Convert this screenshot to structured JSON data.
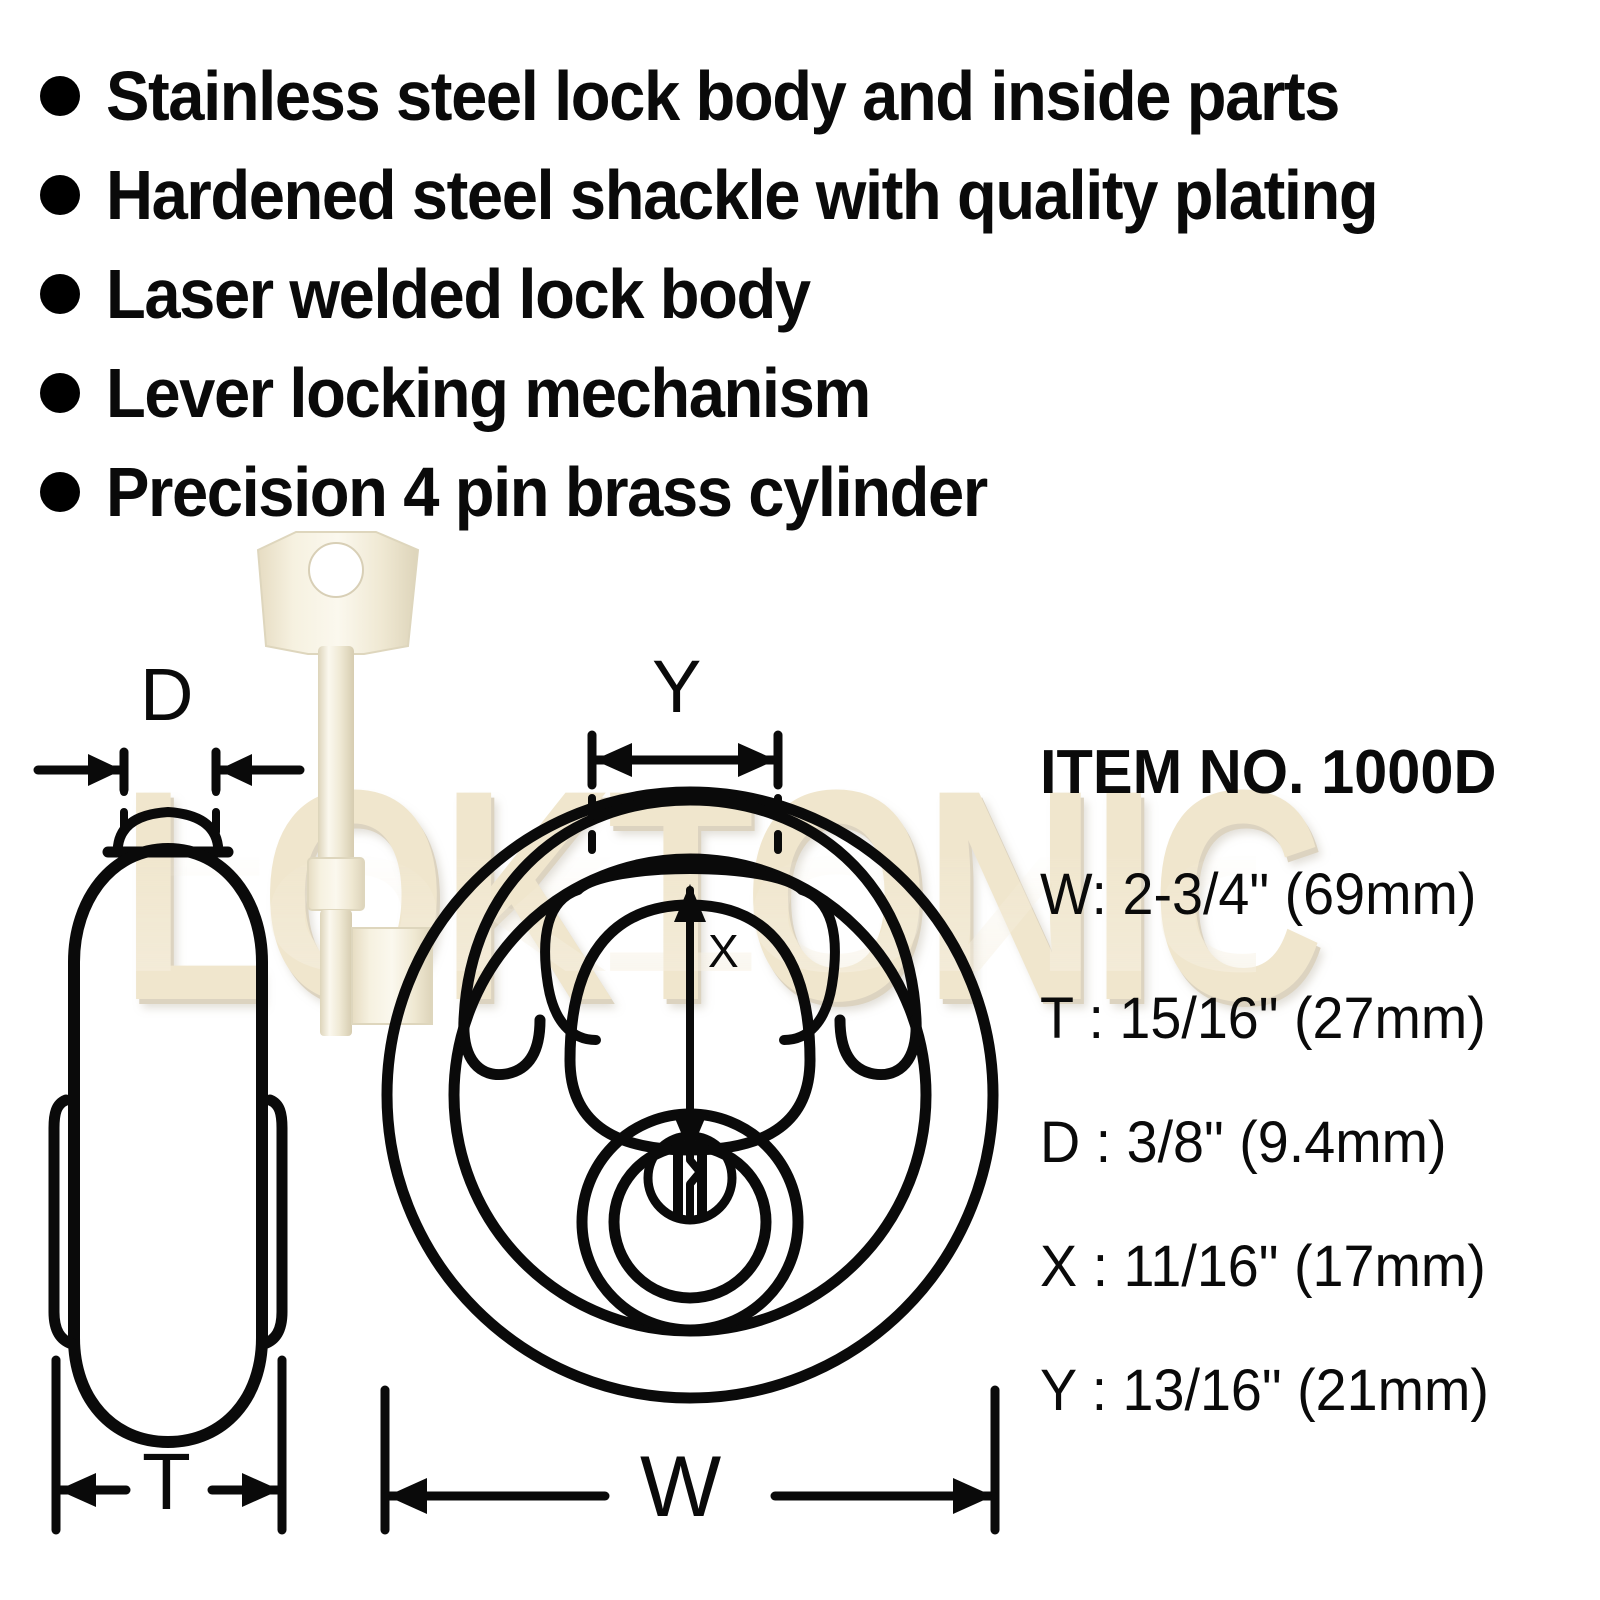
{
  "features": {
    "bullets": [
      "Stainless steel lock body and inside parts",
      "Hardened steel shackle with quality plating",
      "Laser welded lock body",
      "Lever locking mechanism",
      "Precision 4 pin brass cylinder"
    ]
  },
  "watermark": {
    "text": "LOKTONIC",
    "color": "#f0e6cd"
  },
  "specs": {
    "item_no_label": "ITEM NO. 1000D",
    "lines": [
      "W: 2-3/4\" (69mm)",
      "T : 15/16\" (27mm)",
      "D : 3/8\" (9.4mm)",
      "X : 11/16\" (17mm)",
      "Y : 13/16\" (21mm)"
    ]
  },
  "dimension_labels": {
    "d": "D",
    "y": "Y",
    "x": "X",
    "w": "W",
    "t": "T"
  },
  "colors": {
    "line": "#0a0a0a",
    "key_body": "#f2ecd8",
    "key_shade": "#ded6bd",
    "background": "#ffffff"
  },
  "diagram": {
    "front_view_name": "disc padlock front view",
    "side_view_name": "disc padlock side view",
    "key_name": "lever key"
  }
}
